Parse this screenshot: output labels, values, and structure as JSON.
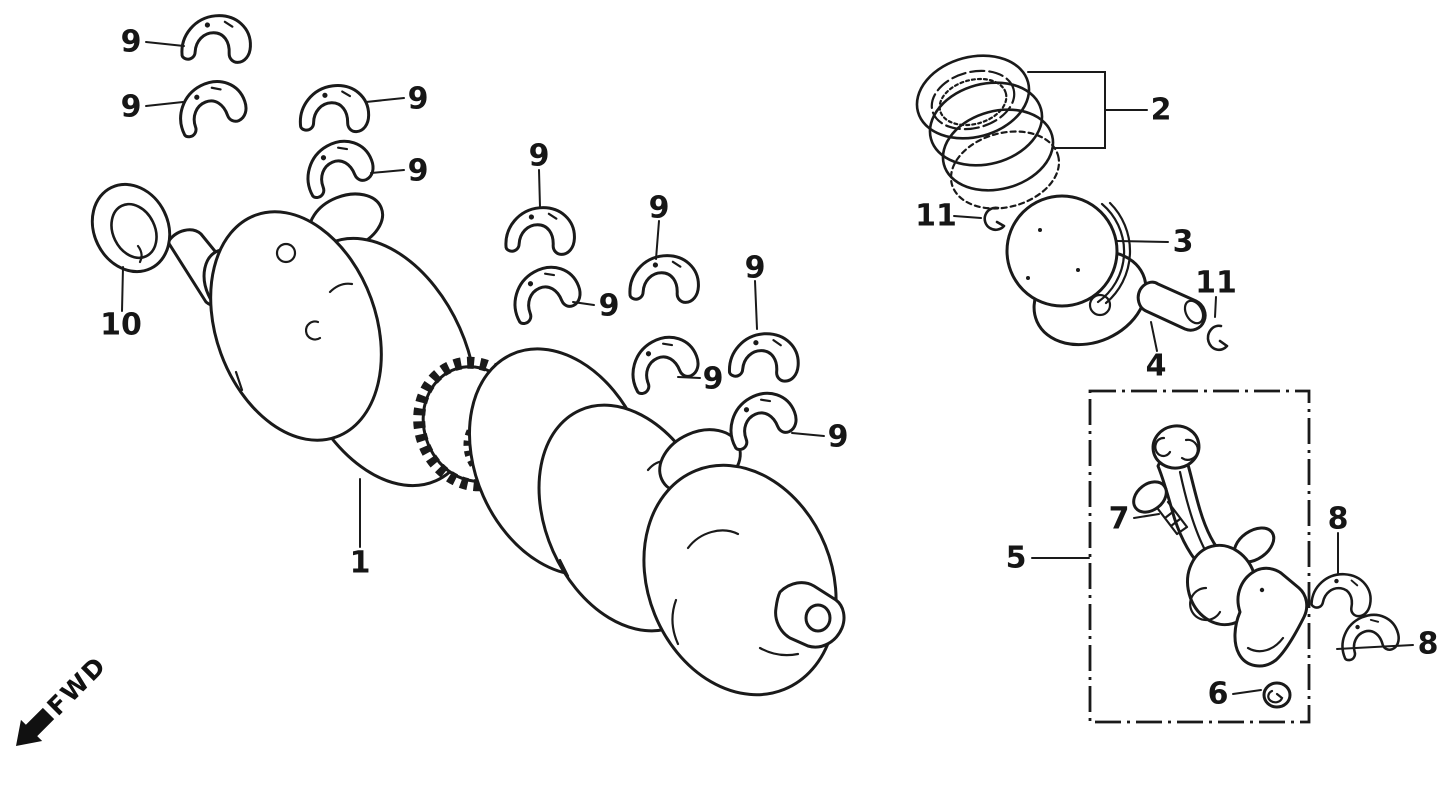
{
  "diagram": {
    "kind": "exploded parts diagram",
    "subject": "crankshaft, piston and connecting rod",
    "background_color": "#ffffff",
    "line_color": "#1a1a1a",
    "fwd_label": "FWD",
    "callouts": [
      {
        "part": "main-bearing-shell",
        "text": "9"
      },
      {
        "part": "main-bearing-shell",
        "text": "9"
      },
      {
        "part": "main-bearing-shell",
        "text": "9"
      },
      {
        "part": "main-bearing-shell",
        "text": "9"
      },
      {
        "part": "main-bearing-shell",
        "text": "9"
      },
      {
        "part": "main-bearing-shell",
        "text": "9"
      },
      {
        "part": "main-bearing-shell",
        "text": "9"
      },
      {
        "part": "main-bearing-shell",
        "text": "9"
      },
      {
        "part": "main-bearing-shell",
        "text": "9"
      },
      {
        "part": "main-bearing-shell",
        "text": "9"
      },
      {
        "part": "oil-seal",
        "text": "10"
      },
      {
        "part": "crankshaft",
        "text": "1"
      },
      {
        "part": "piston-ring-set",
        "text": "2"
      },
      {
        "part": "piston-pin-clip",
        "text": "11"
      },
      {
        "part": "piston",
        "text": "3"
      },
      {
        "part": "piston-pin",
        "text": "4"
      },
      {
        "part": "piston-pin-clip",
        "text": "11"
      },
      {
        "part": "connecting-rod-kit",
        "text": "5"
      },
      {
        "part": "rod-bolt",
        "text": "7"
      },
      {
        "part": "rod-bearing-shell",
        "text": "8"
      },
      {
        "part": "rod-bearing-shell",
        "text": "8"
      },
      {
        "part": "rod-nut",
        "text": "6"
      }
    ]
  }
}
